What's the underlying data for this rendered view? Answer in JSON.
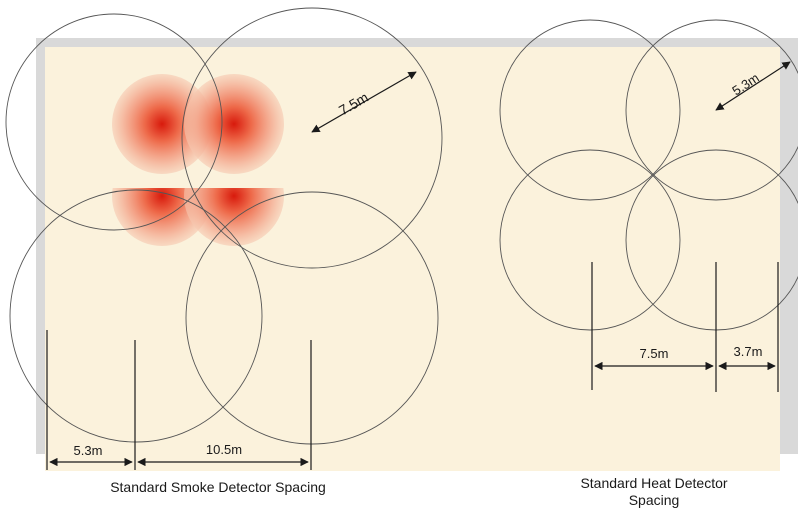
{
  "colors": {
    "background": "#ffffff",
    "ceiling": "#fbf2dc",
    "ceiling_frame": "#d9d9d9",
    "circle_stroke": "#555555",
    "dimension_line": "#1a1a1a",
    "smoke_core": "#e02010",
    "smoke_mid": "#f08060",
    "smoke_edge": "#f6c8b0"
  },
  "smoke_section": {
    "coverage_radius_label": "7.5m",
    "wall_spacing_label": "5.3m",
    "detector_spacing_label": "10.5m",
    "caption": "Standard Smoke Detector Spacing"
  },
  "heat_section": {
    "coverage_radius_label": "5.3m",
    "detector_spacing_label": "7.5m",
    "wall_spacing_label": "3.7m",
    "caption_line1": "Standard Heat Detector",
    "caption_line2": "Spacing"
  }
}
